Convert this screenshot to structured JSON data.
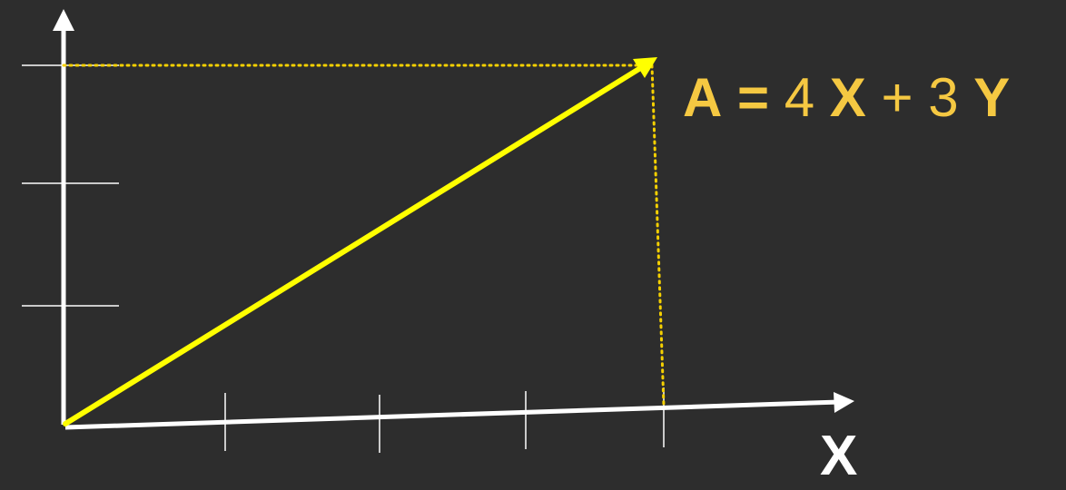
{
  "diagram": {
    "equation": {
      "vector": "A",
      "equals": "=",
      "coef_x": "4",
      "basis_x": "X",
      "plus": "+",
      "coef_y": "3",
      "basis_y": "Y"
    },
    "x_axis_label": "X",
    "vector_components": {
      "x": 4,
      "y": 3
    },
    "colors": {
      "background": "#2d2d2d",
      "axis": "#ffffff",
      "vector": "#ffff00",
      "guide": "#f5d000",
      "equation": "#f5c842"
    }
  }
}
